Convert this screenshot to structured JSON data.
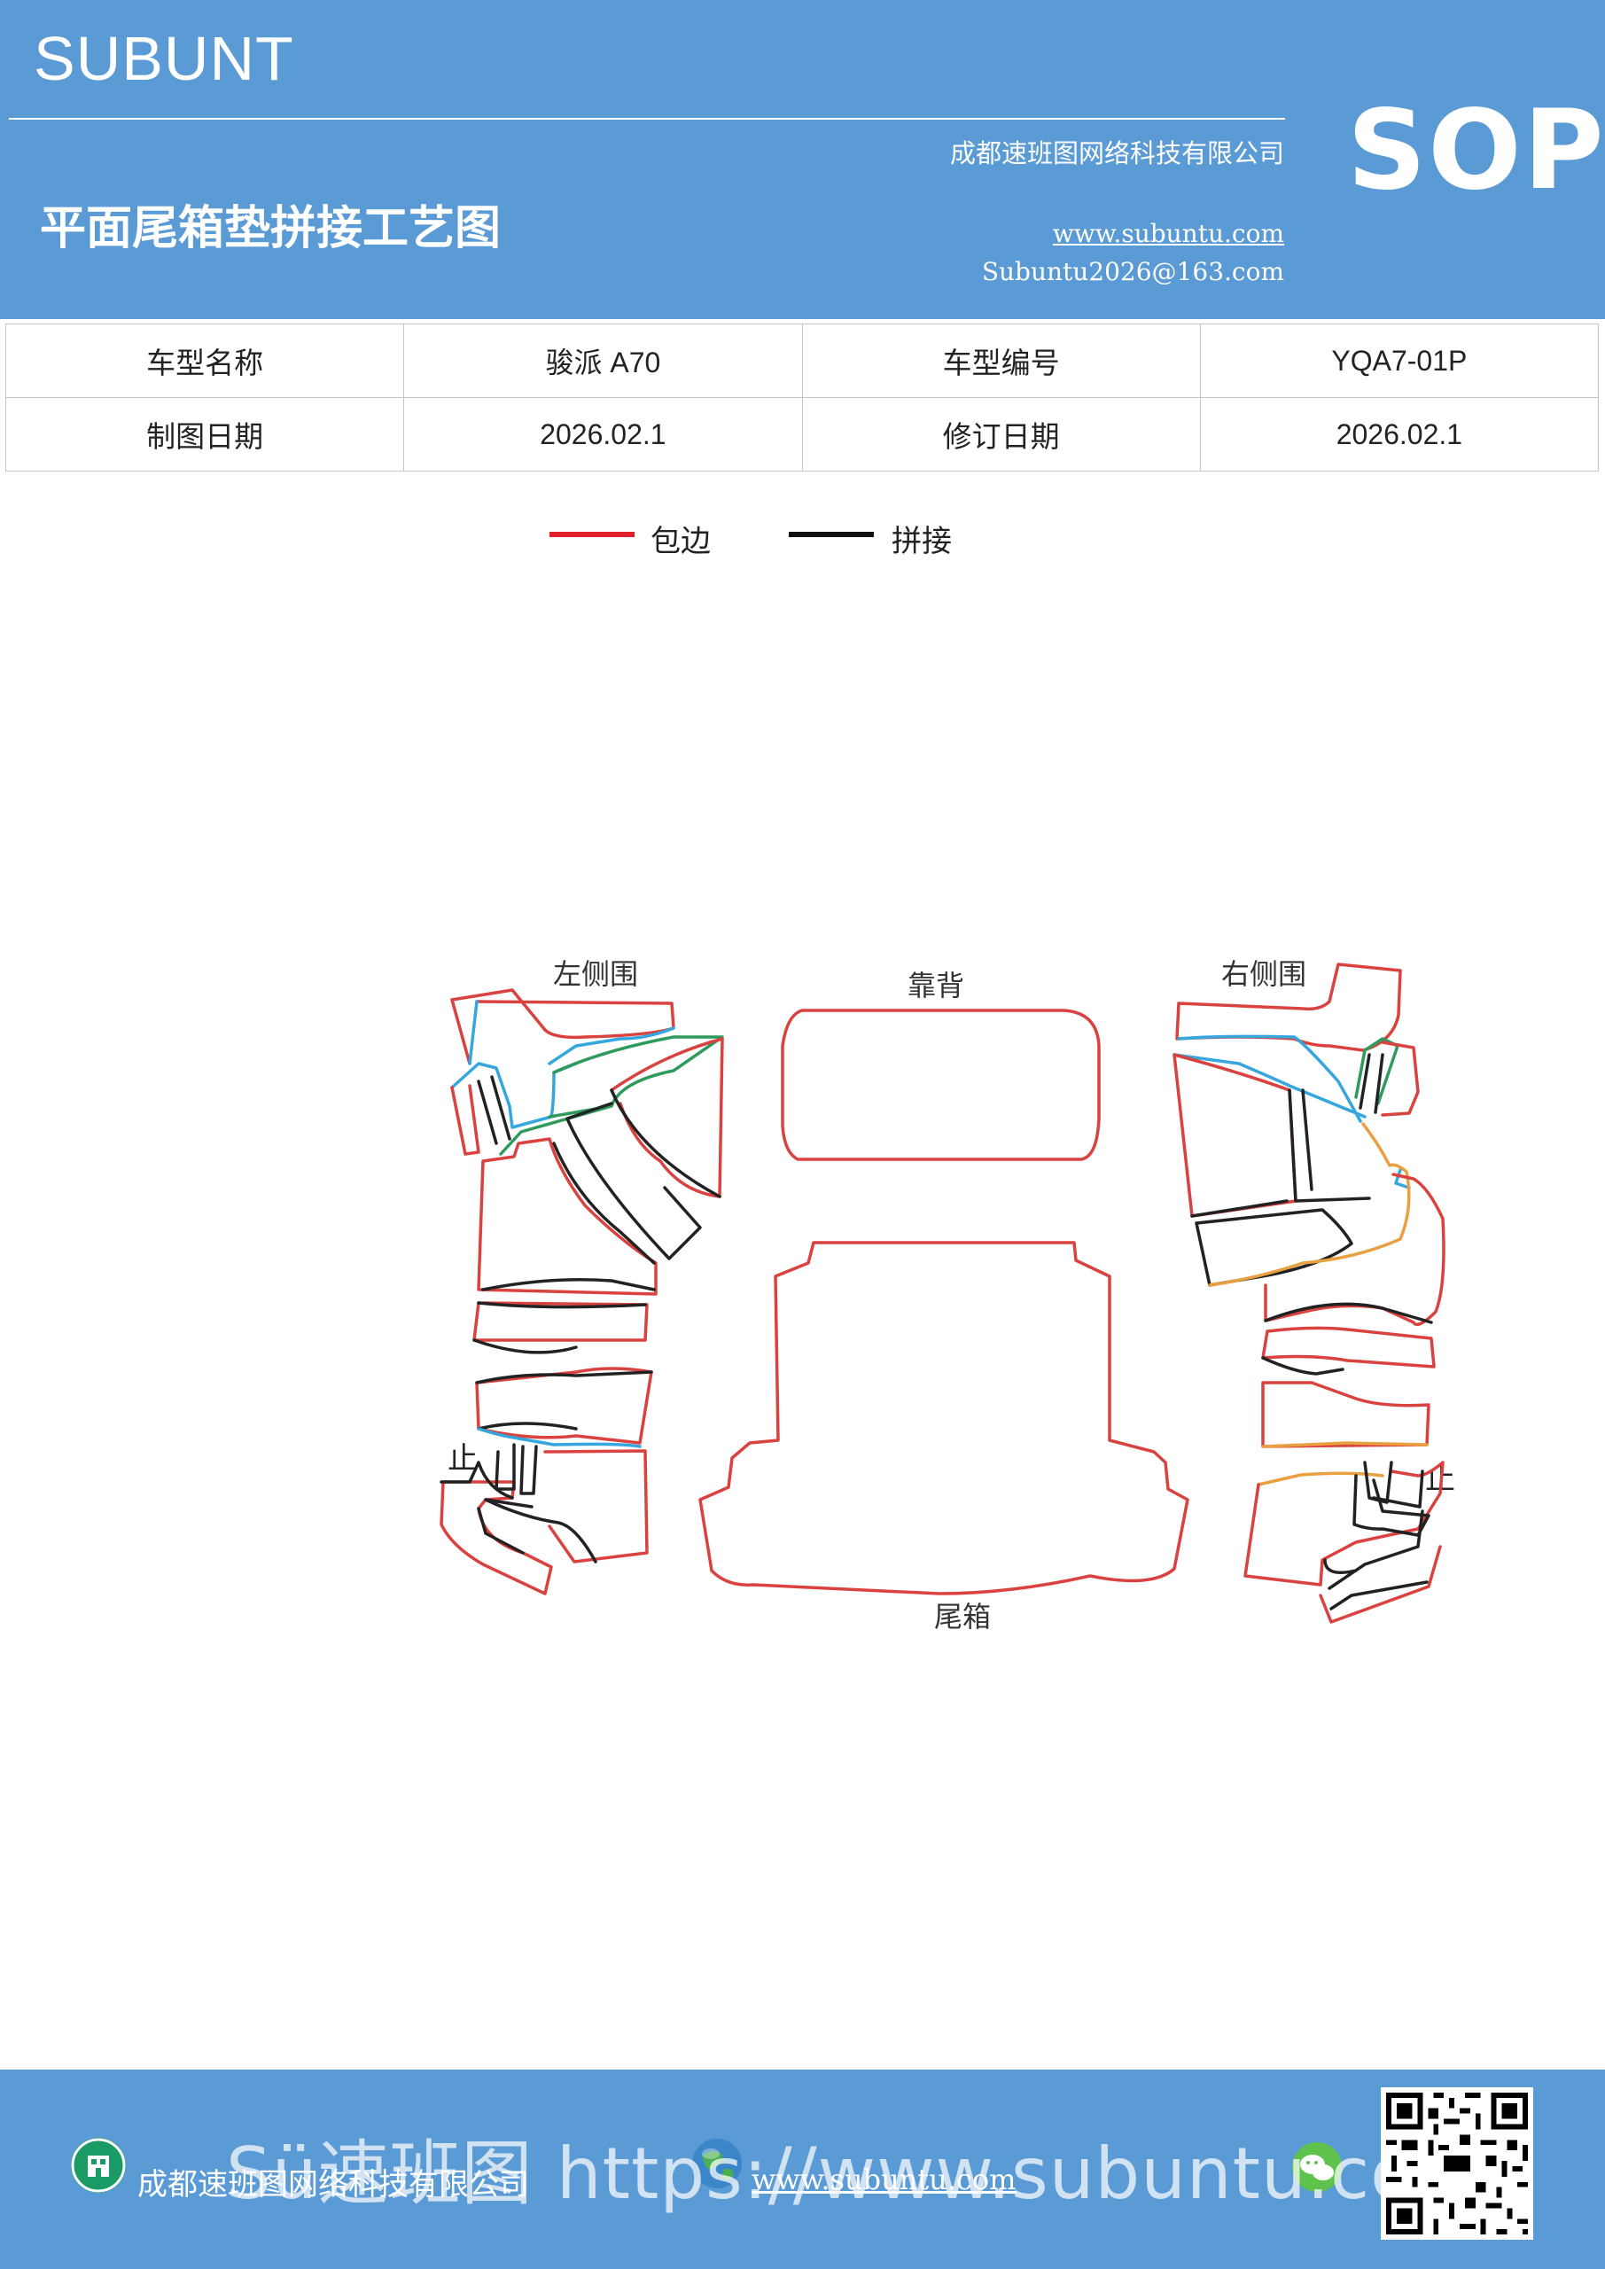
{
  "header": {
    "brand": "SUBUNT",
    "title": "平面尾箱垫拼接工艺图",
    "company": "成都速班图网络科技有限公司",
    "website": "www.subuntu.com",
    "email": "Subuntu2026@163.com",
    "badge": "SOP"
  },
  "info_table": {
    "model_name_label": "车型名称",
    "model_name_value": "骏派 A70",
    "model_code_label": "车型编号",
    "model_code_value": "YQA7-01P",
    "draw_date_label": "制图日期",
    "draw_date_value": "2026.02.1",
    "revise_date_label": "修订日期",
    "revise_date_value": "2026.02.1"
  },
  "legend": [
    {
      "label": "包边",
      "color": "#e0202a"
    },
    {
      "label": "拼接",
      "color": "#111111"
    }
  ],
  "diagram": {
    "left_side_label": "左侧围",
    "backrest_label": "靠背",
    "right_side_label": "右侧围",
    "trunk_label": "尾箱",
    "stop_left": "止",
    "stop_right": "止",
    "colors": {
      "edge": "#d9423f",
      "seam": "#222222",
      "blue": "#36a6de",
      "green": "#2e9a5c",
      "orange": "#e8a040"
    }
  },
  "footer": {
    "company": "成都速班图网络科技有限公司",
    "website": "www.subuntu.com",
    "watermark": "Sü速班图 https://www.subuntu.com"
  }
}
